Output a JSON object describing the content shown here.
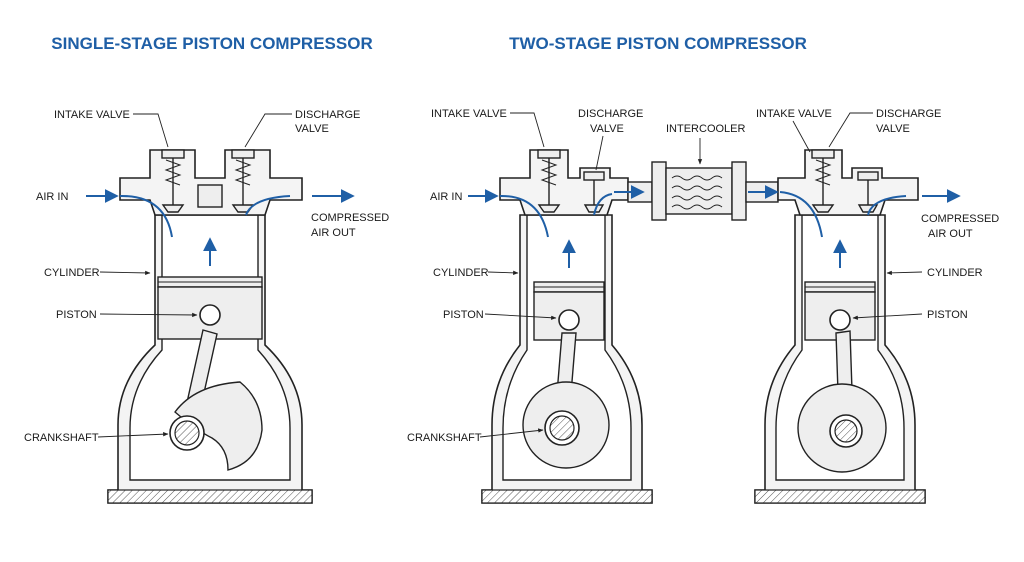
{
  "colors": {
    "accent": "#1f5fa6",
    "ink": "#222222"
  },
  "single_stage": {
    "title": "SINGLE-STAGE PISTON COMPRESSOR",
    "labels": {
      "intake_valve": "INTAKE VALVE",
      "discharge_valve_1": "DISCHARGE",
      "discharge_valve_2": "VALVE",
      "air_in": "AIR IN",
      "compressed_1": "COMPRESSED",
      "compressed_2": "AIR OUT",
      "cylinder": "CYLINDER",
      "piston": "PISTON",
      "crankshaft": "CRANKSHAFT"
    }
  },
  "two_stage": {
    "title": "TWO-STAGE PISTON COMPRESSOR",
    "labels": {
      "intake_valve": "INTAKE VALVE",
      "discharge_valve_1": "DISCHARGE",
      "discharge_valve_2": "VALVE",
      "intercooler": "INTERCOOLER",
      "intake_valve_2": "INTAKE VALVE",
      "discharge_valve2_1": "DISCHARGE",
      "discharge_valve2_2": "VALVE",
      "air_in": "AIR IN",
      "compressed_1": "COMPRESSED",
      "compressed_2": "AIR OUT",
      "cylinder_left": "CYLINDER",
      "cylinder_right": "CYLINDER",
      "piston_left": "PISTON",
      "piston_right": "PISTON",
      "crankshaft": "CRANKSHAFT"
    }
  }
}
